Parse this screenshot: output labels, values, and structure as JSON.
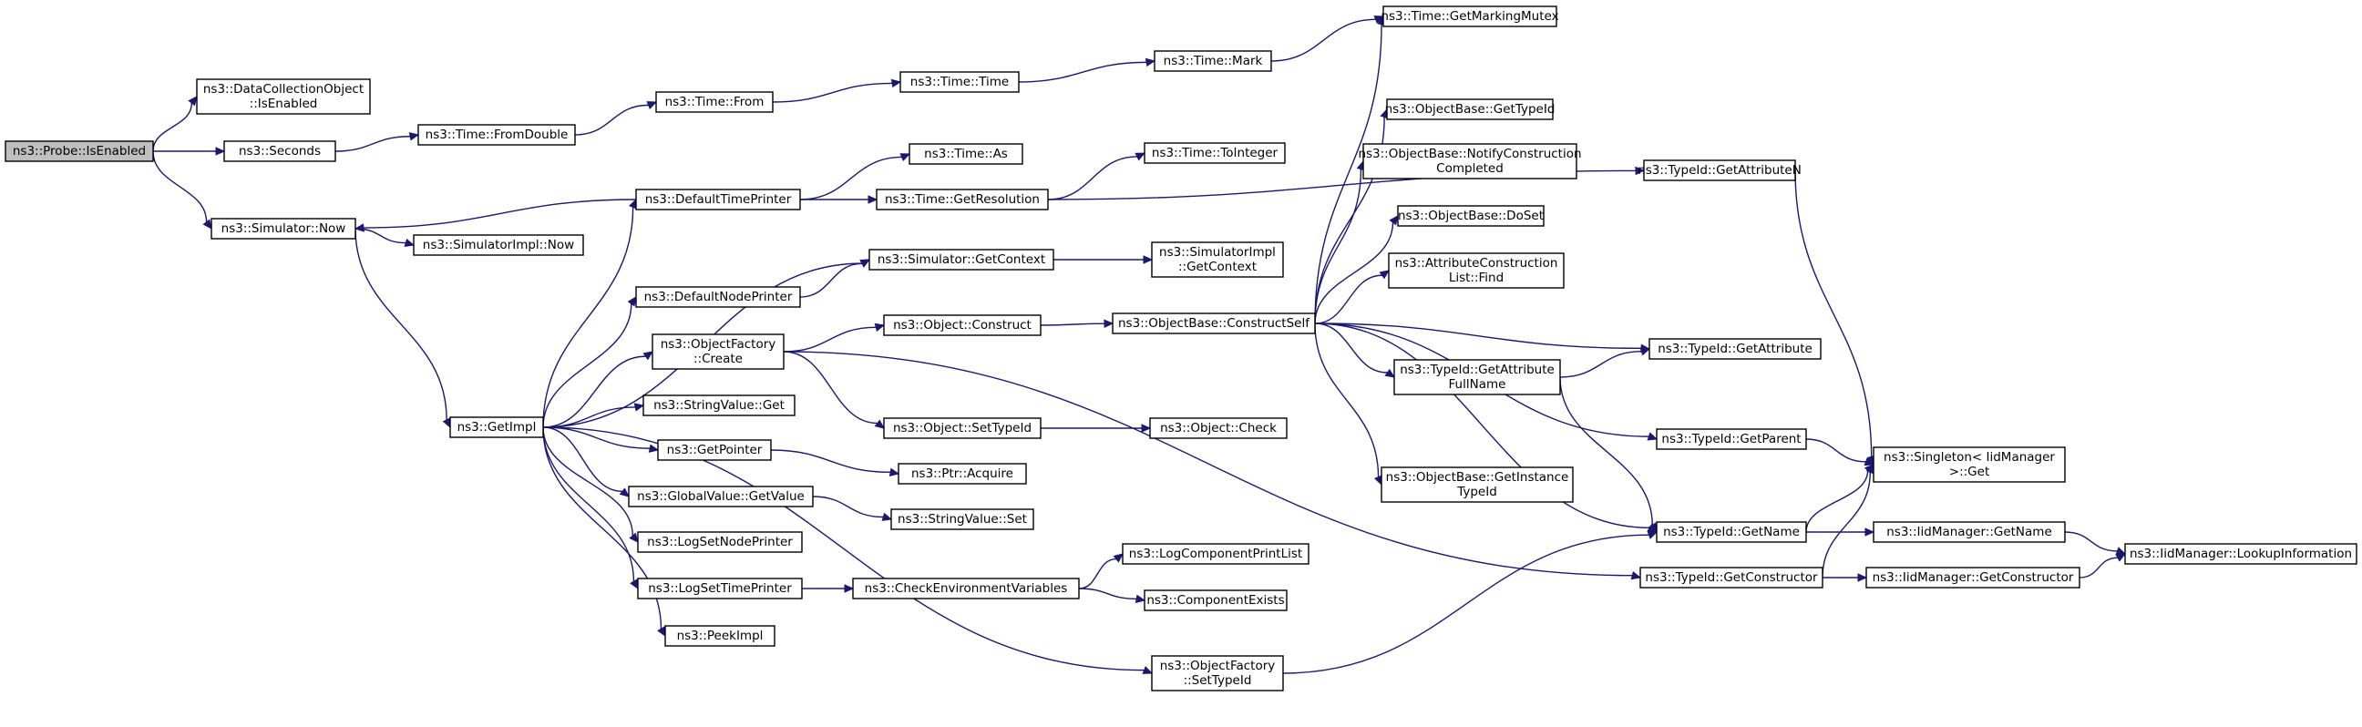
{
  "graph": {
    "colors": {
      "edge": "#191970",
      "node_border": "#000000",
      "node_border_truncated": "#ff0000",
      "root_fill": "#bfbfbf",
      "node_fill": "#ffffff"
    },
    "nodes": [
      {
        "id": "probe_isenabled",
        "lines": [
          "ns3::Probe::IsEnabled"
        ],
        "root": true
      },
      {
        "id": "dco_isenabled",
        "lines": [
          "ns3::DataCollectionObject",
          "::IsEnabled"
        ]
      },
      {
        "id": "seconds",
        "lines": [
          "ns3::Seconds"
        ]
      },
      {
        "id": "simulator_now",
        "lines": [
          "ns3::Simulator::Now"
        ]
      },
      {
        "id": "time_fromdouble",
        "lines": [
          "ns3::Time::FromDouble"
        ]
      },
      {
        "id": "time_from",
        "lines": [
          "ns3::Time::From"
        ]
      },
      {
        "id": "time_time",
        "lines": [
          "ns3::Time::Time"
        ]
      },
      {
        "id": "time_mark",
        "lines": [
          "ns3::Time::Mark"
        ]
      },
      {
        "id": "time_getmarkingmutex",
        "lines": [
          "ns3::Time::GetMarkingMutex"
        ]
      },
      {
        "id": "simimpl_now",
        "lines": [
          "ns3::SimulatorImpl::Now"
        ]
      },
      {
        "id": "getimpl",
        "lines": [
          "ns3::GetImpl"
        ]
      },
      {
        "id": "defaulttimeprinter",
        "lines": [
          "ns3::DefaultTimePrinter"
        ]
      },
      {
        "id": "time_as",
        "lines": [
          "ns3::Time::As"
        ]
      },
      {
        "id": "time_getresolution",
        "lines": [
          "ns3::Time::GetResolution"
        ]
      },
      {
        "id": "time_tointeger",
        "lines": [
          "ns3::Time::ToInteger"
        ],
        "truncated": true
      },
      {
        "id": "defaultnodeprinter",
        "lines": [
          "ns3::DefaultNodePrinter"
        ]
      },
      {
        "id": "simulator_getcontext",
        "lines": [
          "ns3::Simulator::GetContext"
        ]
      },
      {
        "id": "simimpl_getcontext",
        "lines": [
          "ns3::SimulatorImpl",
          "::GetContext"
        ]
      },
      {
        "id": "objectfactory_create",
        "lines": [
          "ns3::ObjectFactory",
          "::Create"
        ]
      },
      {
        "id": "object_construct",
        "lines": [
          "ns3::Object::Construct"
        ]
      },
      {
        "id": "objectbase_constructself",
        "lines": [
          "ns3::ObjectBase::ConstructSelf"
        ]
      },
      {
        "id": "object_settypeid",
        "lines": [
          "ns3::Object::SetTypeId"
        ]
      },
      {
        "id": "object_check",
        "lines": [
          "ns3::Object::Check"
        ],
        "truncated": true
      },
      {
        "id": "stringvalue_get",
        "lines": [
          "ns3::StringValue::Get"
        ]
      },
      {
        "id": "getpointer",
        "lines": [
          "ns3::GetPointer"
        ]
      },
      {
        "id": "ptr_acquire",
        "lines": [
          "ns3::Ptr::Acquire"
        ]
      },
      {
        "id": "globalvalue_getvalue",
        "lines": [
          "ns3::GlobalValue::GetValue"
        ]
      },
      {
        "id": "stringvalue_set",
        "lines": [
          "ns3::StringValue::Set"
        ]
      },
      {
        "id": "logsetnodeprinter",
        "lines": [
          "ns3::LogSetNodePrinter"
        ]
      },
      {
        "id": "logsettimeprinter",
        "lines": [
          "ns3::LogSetTimePrinter"
        ]
      },
      {
        "id": "checkenvvars",
        "lines": [
          "ns3::CheckEnvironmentVariables"
        ]
      },
      {
        "id": "logcomponentprintlist",
        "lines": [
          "ns3::LogComponentPrintList"
        ],
        "truncated": true
      },
      {
        "id": "componentexists",
        "lines": [
          "ns3::ComponentExists"
        ],
        "truncated": true
      },
      {
        "id": "peekimpl",
        "lines": [
          "ns3::PeekImpl"
        ]
      },
      {
        "id": "objectfactory_settypeid",
        "lines": [
          "ns3::ObjectFactory",
          "::SetTypeId"
        ]
      },
      {
        "id": "objectbase_gettypeid",
        "lines": [
          "ns3::ObjectBase::GetTypeId"
        ],
        "truncated": true
      },
      {
        "id": "objectbase_notify",
        "lines": [
          "ns3::ObjectBase::NotifyConstruction",
          "Completed"
        ]
      },
      {
        "id": "objectbase_doset",
        "lines": [
          "ns3::ObjectBase::DoSet"
        ]
      },
      {
        "id": "attrconstlist_find",
        "lines": [
          "ns3::AttributeConstruction",
          "List::Find"
        ]
      },
      {
        "id": "typeid_getattributefullname",
        "lines": [
          "ns3::TypeId::GetAttribute",
          "FullName"
        ]
      },
      {
        "id": "objectbase_getinstancetypeid",
        "lines": [
          "ns3::ObjectBase::GetInstance",
          "TypeId"
        ]
      },
      {
        "id": "typeid_getattributen",
        "lines": [
          "ns3::TypeId::GetAttributeN"
        ],
        "truncated": true
      },
      {
        "id": "typeid_getattribute",
        "lines": [
          "ns3::TypeId::GetAttribute"
        ]
      },
      {
        "id": "typeid_getparent",
        "lines": [
          "ns3::TypeId::GetParent"
        ],
        "truncated": true
      },
      {
        "id": "typeid_getname",
        "lines": [
          "ns3::TypeId::GetName"
        ]
      },
      {
        "id": "typeid_getconstructor",
        "lines": [
          "ns3::TypeId::GetConstructor"
        ]
      },
      {
        "id": "singleton_get",
        "lines": [
          "ns3::Singleton< IidManager",
          " >::Get"
        ]
      },
      {
        "id": "iidmanager_getname",
        "lines": [
          "ns3::IidManager::GetName"
        ]
      },
      {
        "id": "iidmanager_getconstructor",
        "lines": [
          "ns3::IidManager::GetConstructor"
        ]
      },
      {
        "id": "iidmanager_lookupinfo",
        "lines": [
          "ns3::IidManager::LookupInformation"
        ]
      }
    ],
    "edges": [
      [
        "probe_isenabled",
        "dco_isenabled"
      ],
      [
        "probe_isenabled",
        "seconds"
      ],
      [
        "probe_isenabled",
        "simulator_now"
      ],
      [
        "seconds",
        "time_fromdouble"
      ],
      [
        "time_fromdouble",
        "time_from"
      ],
      [
        "time_from",
        "time_time"
      ],
      [
        "time_time",
        "time_mark"
      ],
      [
        "time_mark",
        "time_getmarkingmutex"
      ],
      [
        "simulator_now",
        "simimpl_now"
      ],
      [
        "simulator_now",
        "getimpl"
      ],
      [
        "defaulttimeprinter",
        "simulator_now"
      ],
      [
        "defaulttimeprinter",
        "time_as"
      ],
      [
        "defaulttimeprinter",
        "time_getresolution"
      ],
      [
        "time_getresolution",
        "time_tointeger"
      ],
      [
        "time_getresolution",
        "typeid_getattributen"
      ],
      [
        "getimpl",
        "defaulttimeprinter"
      ],
      [
        "getimpl",
        "simulator_getcontext"
      ],
      [
        "getimpl",
        "defaultnodeprinter"
      ],
      [
        "getimpl",
        "objectfactory_create"
      ],
      [
        "getimpl",
        "stringvalue_get"
      ],
      [
        "getimpl",
        "getpointer"
      ],
      [
        "getimpl",
        "globalvalue_getvalue"
      ],
      [
        "getimpl",
        "logsetnodeprinter"
      ],
      [
        "getimpl",
        "logsettimeprinter"
      ],
      [
        "getimpl",
        "peekimpl"
      ],
      [
        "getimpl",
        "objectfactory_settypeid"
      ],
      [
        "defaultnodeprinter",
        "simulator_getcontext"
      ],
      [
        "simulator_getcontext",
        "simimpl_getcontext"
      ],
      [
        "objectfactory_create",
        "object_construct"
      ],
      [
        "objectfactory_create",
        "object_settypeid"
      ],
      [
        "objectfactory_create",
        "typeid_getconstructor"
      ],
      [
        "object_construct",
        "objectbase_constructself"
      ],
      [
        "object_settypeid",
        "object_check"
      ],
      [
        "getpointer",
        "ptr_acquire"
      ],
      [
        "globalvalue_getvalue",
        "stringvalue_set"
      ],
      [
        "logsettimeprinter",
        "checkenvvars"
      ],
      [
        "checkenvvars",
        "logcomponentprintlist"
      ],
      [
        "checkenvvars",
        "componentexists"
      ],
      [
        "objectfactory_settypeid",
        "typeid_getname"
      ],
      [
        "objectbase_constructself",
        "time_getmarkingmutex"
      ],
      [
        "objectbase_constructself",
        "objectbase_gettypeid"
      ],
      [
        "objectbase_constructself",
        "objectbase_notify"
      ],
      [
        "objectbase_constructself",
        "objectbase_doset"
      ],
      [
        "objectbase_constructself",
        "attrconstlist_find"
      ],
      [
        "objectbase_constructself",
        "typeid_getattribute"
      ],
      [
        "objectbase_constructself",
        "typeid_getattributefullname"
      ],
      [
        "objectbase_constructself",
        "typeid_getparent"
      ],
      [
        "objectbase_constructself",
        "objectbase_getinstancetypeid"
      ],
      [
        "objectbase_constructself",
        "typeid_getname"
      ],
      [
        "typeid_getattributefullname",
        "typeid_getattribute"
      ],
      [
        "typeid_getattributefullname",
        "typeid_getname"
      ],
      [
        "typeid_getattributen",
        "singleton_get"
      ],
      [
        "typeid_getparent",
        "singleton_get"
      ],
      [
        "typeid_getname",
        "singleton_get"
      ],
      [
        "typeid_getname",
        "iidmanager_getname"
      ],
      [
        "typeid_getconstructor",
        "singleton_get"
      ],
      [
        "typeid_getconstructor",
        "iidmanager_getconstructor"
      ],
      [
        "iidmanager_getname",
        "iidmanager_lookupinfo"
      ],
      [
        "iidmanager_getconstructor",
        "iidmanager_lookupinfo"
      ]
    ]
  }
}
